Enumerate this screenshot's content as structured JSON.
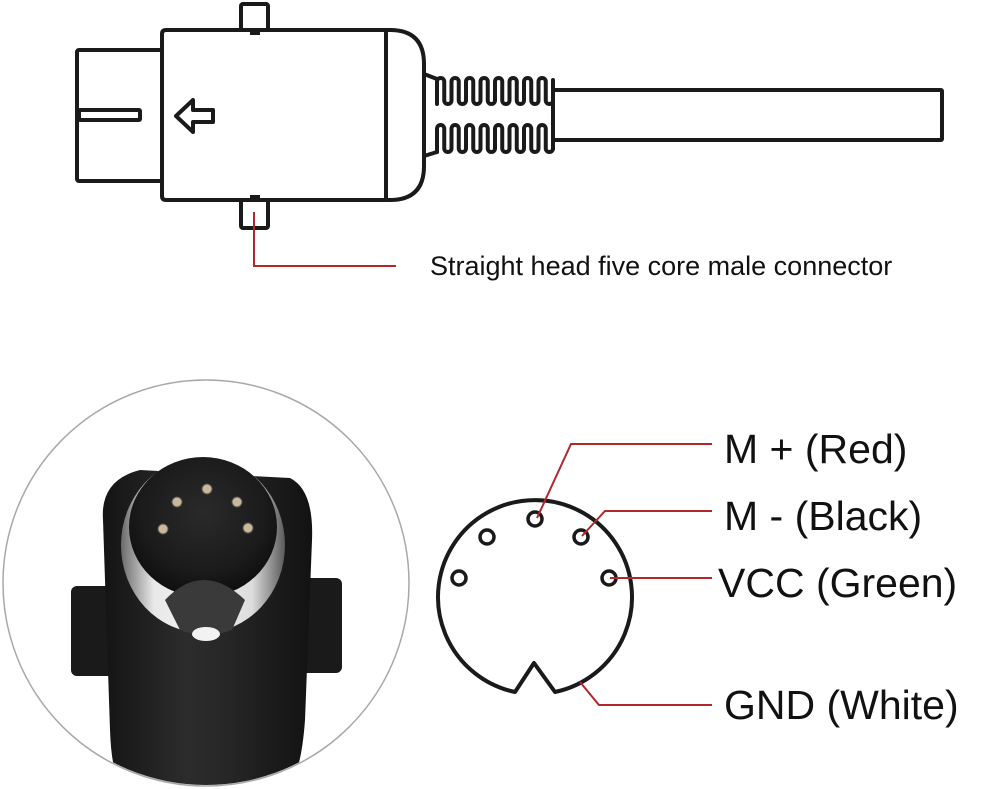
{
  "colors": {
    "line": "#1a1a1a",
    "leader": "#b0282a",
    "photo_border": "#a8a8a8",
    "connector_body": "#1e1e1e",
    "metal_shell": "#d8d8d8",
    "background": "#ffffff"
  },
  "top_drawing": {
    "name": "side view of connector and cable",
    "callout": "Straight head five core male connector",
    "arrow_icon": "arrow-left-icon"
  },
  "photo": {
    "name": "photo of 5-pin mini DIN male connector",
    "pin_count": 5
  },
  "pinout": {
    "pins": [
      {
        "id": "m_plus",
        "label": "M + (Red)"
      },
      {
        "id": "m_minus",
        "label": "M - (Black)"
      },
      {
        "id": "vcc",
        "label": "VCC (Green)"
      },
      {
        "id": "gnd",
        "label": "GND (White)"
      }
    ],
    "unlabeled_pins": 2
  }
}
